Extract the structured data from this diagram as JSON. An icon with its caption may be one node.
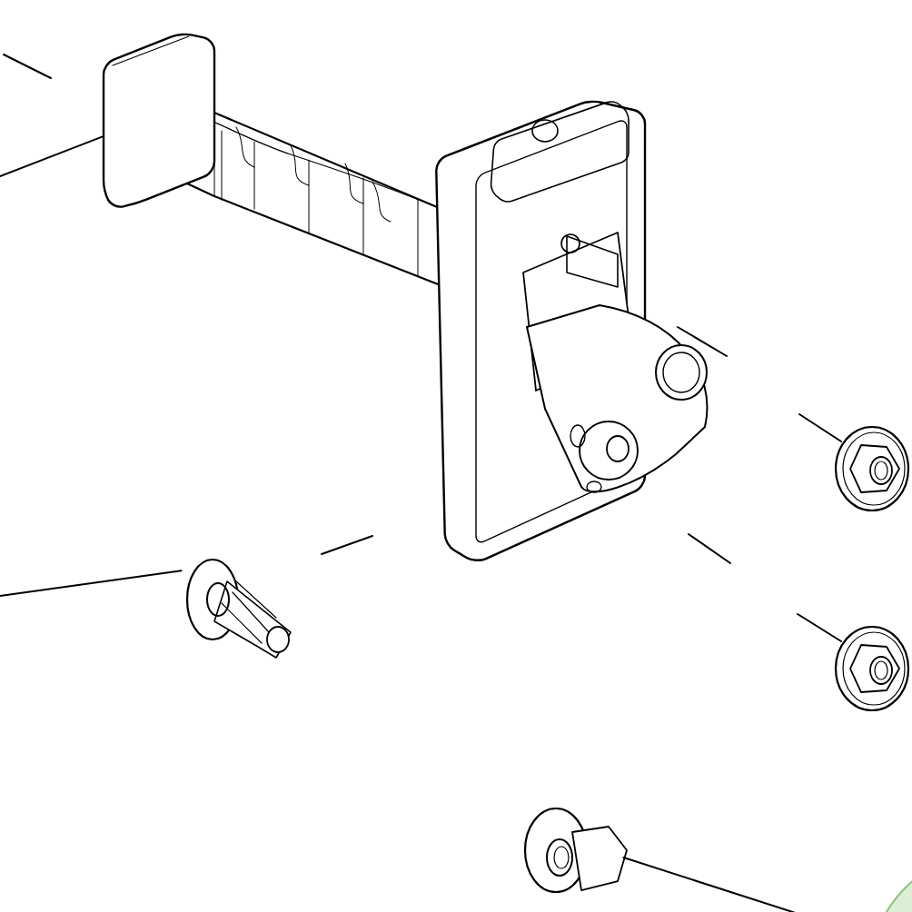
{
  "diagram": {
    "nodes": [
      {
        "text": [],
        "shape": "picture"
      },
      {
        "text": [],
        "shape": "picture"
      },
      {
        "text": [],
        "shape": "picture"
      },
      {
        "text": [],
        "shape": "picture"
      },
      {
        "text": [],
        "shape": "picture"
      },
      {
        "text": [],
        "shape": "circle"
      }
    ],
    "edges": [
      {
        "from": null,
        "to": 0,
        "arrow": "none"
      },
      {
        "from": null,
        "to": 2,
        "arrow": "none"
      },
      {
        "from": 5,
        "to": 4,
        "arrow": "none"
      }
    ]
  }
}
